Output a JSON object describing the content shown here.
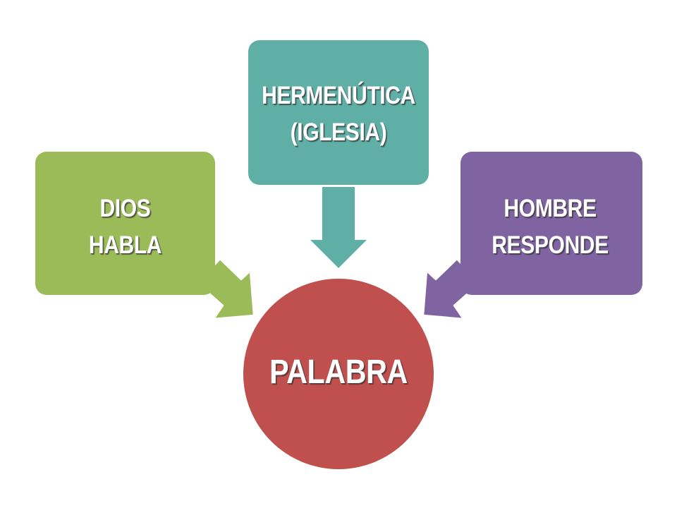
{
  "colors": {
    "dios": "#9bbb59",
    "hermeneutica": "#5fafa6",
    "hombre": "#8064a2",
    "palabra": "#c0504d",
    "label_text": "#ffffff",
    "background": "#ffffff"
  },
  "nodes": {
    "dios": {
      "line1": "DIOS",
      "line2": "HABLA"
    },
    "hermeneutica": {
      "line1": "HERMENÚTICA",
      "line2": "(IGLESIA)"
    },
    "hombre": {
      "line1": "HOMBRE",
      "line2": "RESPONDE"
    },
    "palabra": {
      "label": "PALABRA"
    }
  },
  "connections": [
    {
      "from": "dios",
      "to": "palabra"
    },
    {
      "from": "hermeneutica",
      "to": "palabra"
    },
    {
      "from": "hombre",
      "to": "palabra"
    }
  ]
}
